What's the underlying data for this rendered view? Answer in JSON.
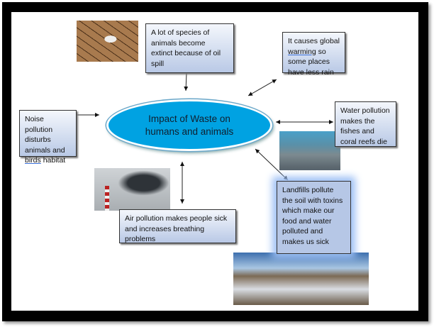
{
  "center": {
    "title": "Impact of Waste on humans and animals"
  },
  "boxes": {
    "extinct": "A lot of species of animals become extinct because of oil spill",
    "global_warming_pre": "It causes global",
    "global_warming_word": "warming",
    "global_warming_post": "so some places have less rain",
    "noise_pre": "Noise pollution disturbs animals and",
    "noise_word": "birds",
    "noise_post": "habitat",
    "water": "Water pollution makes the fishes and coral reefs die",
    "air": "Air pollution makes people sick and increases breathing problems",
    "landfill": "Landfills pollute the soil with toxins which make our food and water polluted and makes us sick"
  }
}
